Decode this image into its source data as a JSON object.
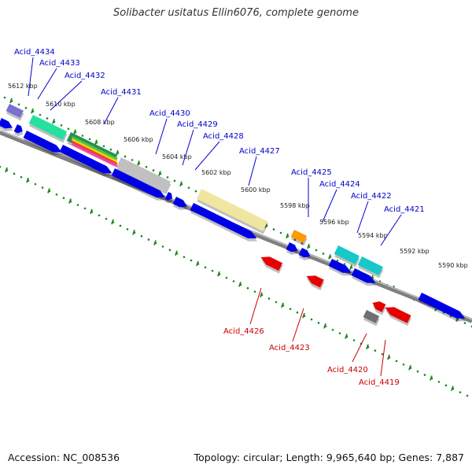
{
  "title": "Solibacter usitatus Ellin6076, complete genome",
  "footer": {
    "accession": "Accession: NC_008536",
    "topology": "Topology: circular; Length: 9,965,640 bp; Genes: 7,887"
  },
  "colors": {
    "forward_gene": "#0000e6",
    "reverse_gene": "#e60000",
    "forward_label": "#0000cc",
    "reverse_label": "#cc0000",
    "tick": "#1a8a1a",
    "backbone": "#7f7f7f"
  },
  "scale_labels": [
    "5612 kbp",
    "5610 kbp",
    "5608 kbp",
    "5606 kbp",
    "5604 kbp",
    "5602 kbp",
    "5600 kbp",
    "5598 kbp",
    "5596 kbp",
    "5594 kbp",
    "5592 kbp",
    "5590 kbp"
  ],
  "forward_gene_labels": [
    "Acid_4434",
    "Acid_4433",
    "Acid_4432",
    "Acid_4431",
    "Acid_4430",
    "Acid_4429",
    "Acid_4428",
    "Acid_4427",
    "Acid_4425",
    "Acid_4424",
    "Acid_4422",
    "Acid_4421"
  ],
  "reverse_gene_labels": [
    "Acid_4426",
    "Acid_4423",
    "Acid_4420",
    "Acid_4419"
  ]
}
